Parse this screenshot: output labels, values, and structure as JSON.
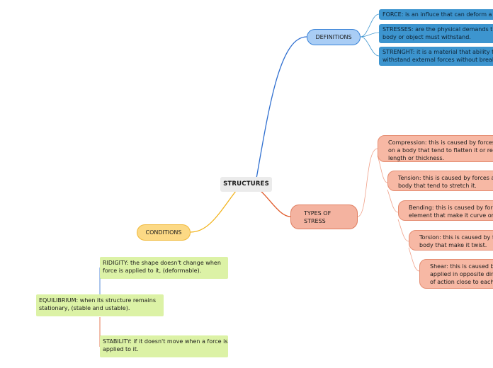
{
  "central": {
    "label": "STRUCTURES"
  },
  "definitions": {
    "label": "DEFINITIONS",
    "items": [
      {
        "line1": "FORCE: is an influce that can deform a bo",
        "line2": ""
      },
      {
        "line1": "STRESSES: are the physical demands that",
        "line2": "body or object must withstand."
      },
      {
        "line1": "STRENGHT: it is a material that ability to",
        "line2": "withstand external forces without breaki"
      }
    ]
  },
  "types_of_stress": {
    "label_line1": "TYPES OF",
    "label_line2": "STRESS",
    "items": [
      {
        "line1": "Compression: this is caused by forces a",
        "line2": "on a body that tend to flatten it or redu",
        "line3": "length or thickness."
      },
      {
        "line1": "Tension: this is caused by forces ac",
        "line2": "body that tend to stretch it.",
        "line3": ""
      },
      {
        "line1": "Bending: this is caused by force",
        "line2": "element that make it curve or b",
        "line3": ""
      },
      {
        "line1": "Torsion: this is caused by fo",
        "line2": "body that make it twist.",
        "line3": ""
      },
      {
        "line1": "Shear: this is caused by",
        "line2": "applied in opposite dire",
        "line3": "of action close to each"
      }
    ]
  },
  "conditions": {
    "label": "CONDITIONS",
    "items": [
      {
        "line1": "RIDIGITY: the shape doesn't change when",
        "line2": "force is applied to it, (deformable)."
      },
      {
        "line1": "EQUILIBRIUM: when its structure remains",
        "line2": "stationary, (stable and ustable)."
      },
      {
        "line1": "STABILITY: if it doesn't move when a force is",
        "line2": "applied to it."
      }
    ]
  },
  "colors": {
    "definitions_branch": "#2f6fd0",
    "types_branch": "#e05a2a",
    "conditions_branch": "#f2b31c",
    "equilibrium_up": "#2f6fd0",
    "equilibrium_down": "#e05a2a"
  }
}
